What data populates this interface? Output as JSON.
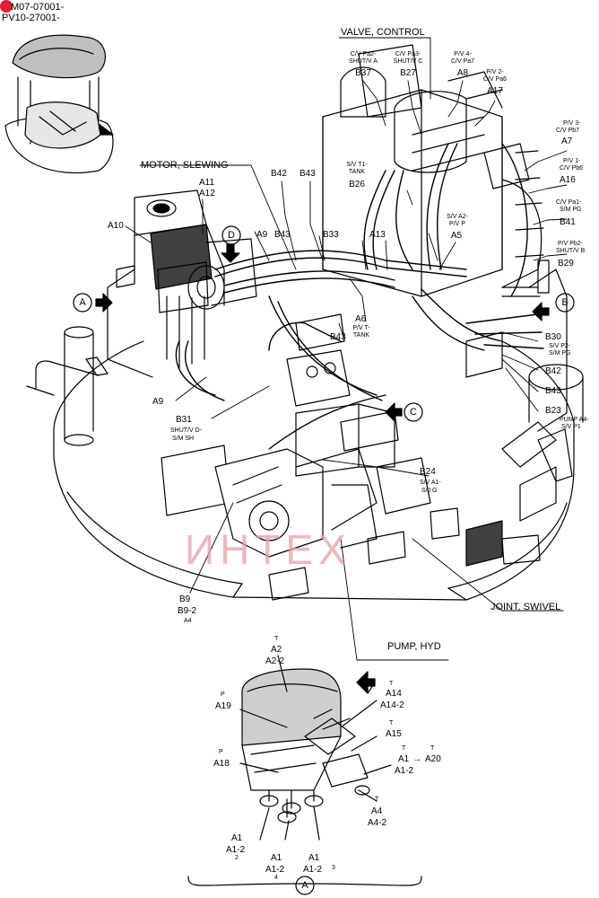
{
  "ref": {
    "line1": "M07-07001-",
    "line2": "PV10-27001-"
  },
  "brand": {
    "watermark_text": "ИНТЕХ",
    "watermark_color": "#e8a0a6",
    "badge_color": "#e02030"
  },
  "titles": {
    "valve_control": "VALVE, CONTROL",
    "motor_slewing": "MOTOR, SLEWING",
    "joint_swivel": "JOINT, SWIVEL",
    "pump_hyd": "PUMP, HYD"
  },
  "views": {
    "a": "A",
    "b": "B",
    "c": "C",
    "d": "D"
  },
  "labels": {
    "cv_pa2_1": "C/V Pa2-",
    "cv_pa2_2": "SHUT/V A",
    "b37": "B37",
    "cv_pa3_1": "C/V Pa3-",
    "cv_pa3_2": "SHUT/V C",
    "b27": "B27",
    "pv4_1": "P/V 4-",
    "pv4_2": "C/V Pa7",
    "a8": "A8",
    "pv2_1": "P/V 2-",
    "pv2_2": "C/V Pa6",
    "a17": "A17",
    "pv3_1": "P/V 3-",
    "pv3_2": "C/V Pb7",
    "a7": "A7",
    "pv1_1": "P/V 1-",
    "pv1_2": "C/V Pb6",
    "a16": "A16",
    "cv_pa1_1": "C/V Pa1-",
    "cv_pa1_2": "S/M PG",
    "b41": "B41",
    "pv_pb2_1": "P/V Pb2-",
    "pv_pb2_2": "SHUT/V B",
    "b29": "B29",
    "sv_t1_1": "S/V T1-",
    "sv_t1_2": "TANK",
    "b26": "B26",
    "sv_a2_1": "S/V A2-",
    "sv_a2_2": "P/V P",
    "a5": "A5",
    "b42_top": "B42",
    "b43_top": "B43",
    "a11": "A11",
    "a12": "A12",
    "a10": "A10",
    "a9_top": "A9",
    "b43_mid": "B43",
    "b33": "B33",
    "a13": "A13",
    "a6": "A6",
    "pv_t_1": "P/V T-",
    "pv_t_2": "TANK",
    "b43_low": "B43",
    "b30": "B30",
    "sv_p2_1": "S/V P2-",
    "sv_p2_2": "S/M PG",
    "b42_r": "B42",
    "b43_r": "B43",
    "b23": "B23",
    "pump_a4_1": "PUMP A4-",
    "pump_a4_2": "S/V P1",
    "a9_left": "A9",
    "b31": "B31",
    "shutv_d_1": "SHUT/V D-",
    "shutv_d_2": "S/M SH",
    "b24": "B24",
    "sv_a1_1": "S/V A1-",
    "sv_a1_2": "S/J G",
    "b9": "B9",
    "b9_2": "B9-2",
    "a4_small": "A4"
  },
  "pump_detail": {
    "t_a2": "T",
    "a2": "A2",
    "a2_2": "A2-2",
    "p_a19": "P",
    "a19": "A19",
    "p_a18": "P",
    "a18": "A18",
    "t_a14": "T",
    "a14": "A14",
    "a14_2": "A14-2",
    "t_a15": "T",
    "a15": "A15",
    "t_a1": "T",
    "a1": "A1",
    "arrow": "→",
    "t_a20": "T",
    "a20": "A20",
    "a1_2": "A1-2",
    "t_a4": "T",
    "a4": "A4",
    "a4_2": "A4-2",
    "l_a1": "A1",
    "l_a1_2": "A1-2",
    "l_n2": "2",
    "m_a1": "A1",
    "m_a1_2": "A1-2",
    "m_n4": "4",
    "r_a1": "A1",
    "r_a1_2": "A1-2",
    "r_n3": "3",
    "view": "A"
  }
}
